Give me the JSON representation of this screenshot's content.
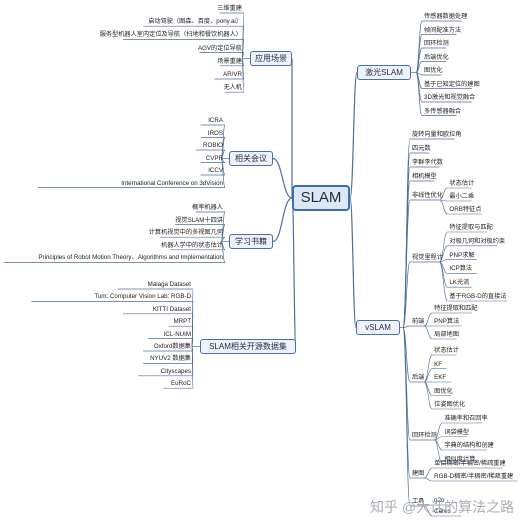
{
  "root": "SLAM",
  "colors": {
    "line": "#4f6f98",
    "box_border": "#4a6fa5",
    "box_fill": "#eef3fb",
    "root_fill": "#dce8f6"
  },
  "branches": {
    "scenes": {
      "label": "应用场景",
      "items": [
        "三维重建",
        "启动驾驶（图森、百度、pony.ai）",
        "服务型机器人室内定位及导航（扫地和餐饮机器人）",
        "AGV的定位导航",
        "场景重建",
        "AR/VR",
        "无人机"
      ]
    },
    "conferences": {
      "label": "相关会议",
      "items": [
        "ICRA",
        "IROS",
        "ROBIO",
        "CVPR",
        "ICCV",
        "International Conference on 3dVision"
      ]
    },
    "books": {
      "label": "学习书籍",
      "items": [
        "概率机器人",
        "视觉SLAM十四讲",
        "计算机视觉中的多视图几何",
        "机器人学中的状态估计",
        "Principles of Robot Motion Theory、Algorithms and Implementation"
      ]
    },
    "datasets": {
      "label": "SLAM相关开源数据集",
      "items": [
        "Malaga Dataset",
        "Tum: Computer Vision Lab: RGB-D",
        "KITTI Dataset",
        "MRPT",
        "ICL-NUIM",
        "Oxford数据集",
        "NYUV2 数据集",
        "Cityscapes",
        "EuRoC"
      ]
    },
    "laser": {
      "label": "激光SLAM",
      "items": [
        "传感器数据处理",
        "帧间配准方法",
        "回环检测",
        "后端优化",
        "图优化",
        "基于已知定位的建图",
        "3D激光和视觉融合",
        "多传感器融合"
      ]
    },
    "vslam": {
      "label": "vSLAM",
      "items": [
        {
          "label": "旋转向量和欧拉角"
        },
        {
          "label": "四元数"
        },
        {
          "label": "李群李代数"
        },
        {
          "label": "相机模型"
        },
        {
          "label": "非线性优化",
          "children": [
            "状态估计",
            "最小二乘",
            "ORB特征点"
          ]
        },
        {
          "label": "视觉里程计",
          "children": [
            "特征提取与匹配",
            "对极几何和对极约束",
            "PNP求解",
            "ICP算法",
            "LK光流",
            "基于RGB-D的直接法"
          ]
        },
        {
          "label": "前端",
          "children": [
            "特征提取和匹配",
            "PNP算法",
            "局部地图"
          ]
        },
        {
          "label": "后端",
          "children": [
            "状态估计",
            "KF",
            "EKF",
            "图优化",
            "位姿图优化"
          ]
        },
        {
          "label": "回环检测",
          "children": [
            "准确率和召回率",
            "词袋模型",
            "字典的结构和创建",
            "相似度计算"
          ]
        },
        {
          "label": "建图",
          "children": [
            "单目稠密/半稠密/稀疏重建",
            "RGB-D稠密/半稠密/稀疏重建"
          ]
        },
        {
          "label": "工具",
          "children": [
            "g2o",
            "Ceres"
          ]
        }
      ]
    }
  },
  "watermark": "知乎 @大话的算法之路"
}
